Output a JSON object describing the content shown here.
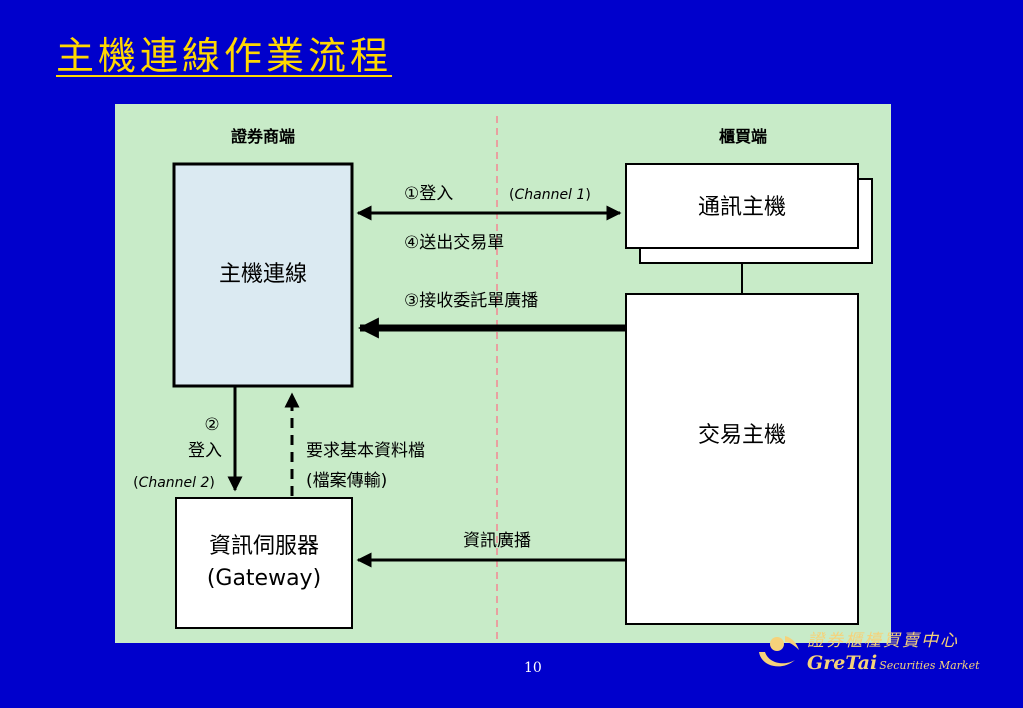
{
  "slide": {
    "title": "主機連線作業流程",
    "page_number": "10"
  },
  "diagram": {
    "left_header": "證券商端",
    "right_header": "櫃買端",
    "boxes": {
      "host_connection": "主機連線",
      "comm_host": "通訊主機",
      "trading_host": "交易主機",
      "info_server_line1": "資訊伺服器",
      "info_server_line2": "(Gateway)"
    },
    "messages": {
      "step1_login": "①登入",
      "channel1_open": "(",
      "channel1_text": "Channel  1",
      "channel1_close": ")",
      "step4_send_order": "④送出交易單",
      "step3_receive_broadcast": "③接收委託單廣播",
      "step2_marker": "②",
      "step2_login": "登入",
      "channel2_open": "(",
      "channel2_text": "Channel  2",
      "channel2_close": ")",
      "request_file_line1": "要求基本資料檔",
      "request_file_line2": "(檔案傳輸)",
      "info_broadcast": "資訊廣播"
    }
  },
  "brand": {
    "cn_name": "證券櫃檯買賣中心",
    "en_name_big": "GreTai",
    "en_name_small": "Securities Market"
  },
  "colors": {
    "background": "#0000cc",
    "title": "#ffd700",
    "panel": "#c8ebc8",
    "host_box": "#dbeaf2",
    "divider": "#e8a0a0",
    "logo": "#f5d27a"
  }
}
